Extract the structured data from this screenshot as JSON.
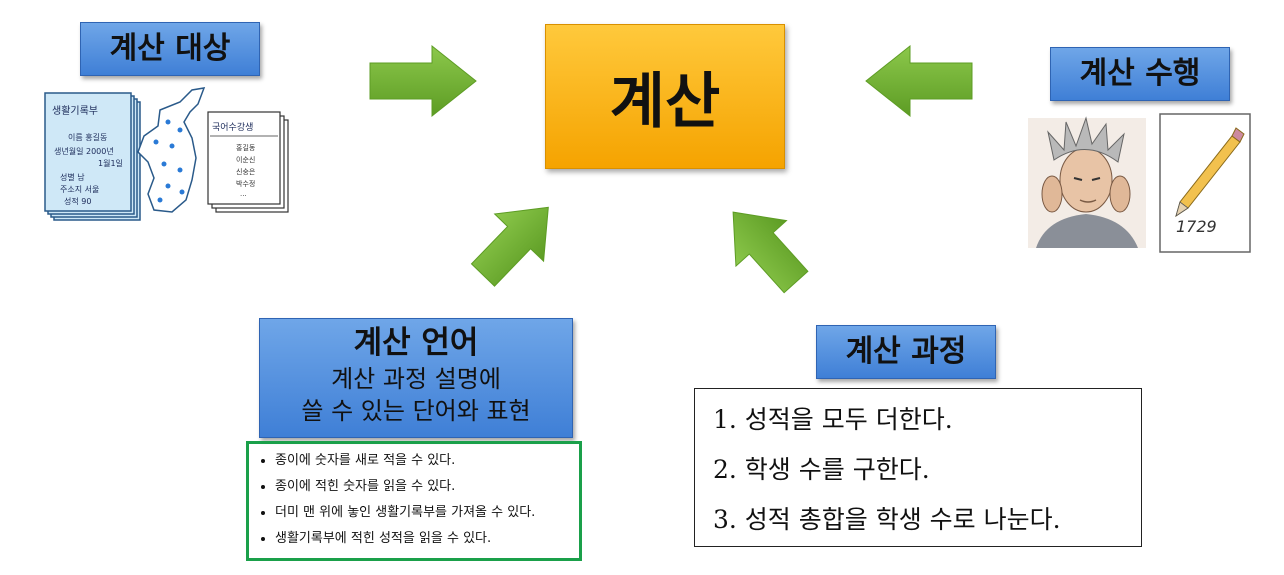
{
  "center": {
    "label": "계산"
  },
  "object": {
    "label": "계산 대상",
    "record_title": "생활기록부",
    "record_lines": [
      "이름 홍길동",
      "생년월일 2000년",
      "1월1일",
      "성별 남",
      "주소지 서울",
      "성적 90"
    ],
    "roster_title": "국어수강생",
    "roster_names": [
      "홍길동",
      "이순신",
      "신숭은",
      "박수정",
      "..."
    ]
  },
  "performer": {
    "label": "계산 수행",
    "paper_number": "1729"
  },
  "language": {
    "label": "계산 언어",
    "subtitle_line1": "계산 과정 설명에",
    "subtitle_line2": "쓸 수 있는 단어와 표현",
    "items": [
      "종이에 숫자를 새로 적을 수 있다.",
      "종이에 적힌 숫자를 읽을 수 있다.",
      "더미 맨 위에 놓인 생활기록부를 가져올 수 있다.",
      "생활기록부에 적힌 성적을 읽을 수 있다."
    ]
  },
  "process": {
    "label": "계산 과정",
    "steps": [
      "1.  성적을 모두 더한다.",
      "2.  학생 수를 구한다.",
      "3.  성적 총합을 학생 수로 나눈다."
    ]
  },
  "colors": {
    "center_fill": "#f5a300",
    "label_fill": "#4a88dc",
    "arrow_green": "#6fb12d",
    "list_border": "#1aa04a"
  }
}
